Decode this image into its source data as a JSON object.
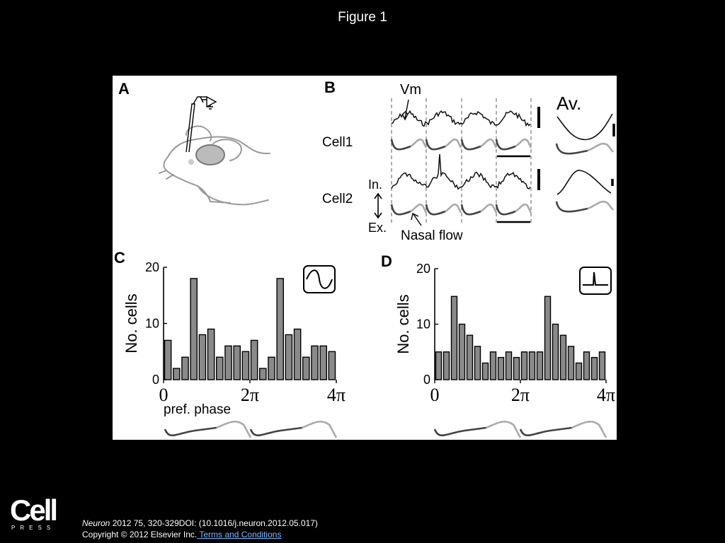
{
  "slide": {
    "title": "Figure 1"
  },
  "panels": {
    "a": {
      "letter": "A"
    },
    "b": {
      "letter": "B",
      "vm_label": "Vm",
      "av_label": "Av.",
      "cell1_label": "Cell1",
      "cell2_label": "Cell2",
      "in_label": "In.",
      "ex_label": "Ex.",
      "nasal_flow_label": "Nasal flow"
    },
    "c": {
      "letter": "C",
      "xlabel": "pref. phase"
    },
    "d": {
      "letter": "D"
    }
  },
  "chart_data": [
    {
      "type": "bar",
      "panel": "C",
      "ylabel": "No. cells",
      "xlabel": "pref. phase",
      "ylim": [
        0,
        20
      ],
      "yticks": [
        "0",
        "10",
        "20"
      ],
      "xticks": [
        "0",
        "2π",
        "4π"
      ],
      "xlim": [
        0,
        12.566
      ],
      "values": [
        7,
        2,
        4,
        18,
        8,
        9,
        4,
        6,
        6,
        5,
        7,
        2,
        4,
        18,
        8,
        9,
        4,
        6,
        6,
        5
      ],
      "bar_color": "#8a8a8a",
      "inset_icon": "sinusoid-icon"
    },
    {
      "type": "bar",
      "panel": "D",
      "ylabel": "No. cells",
      "ylim": [
        0,
        20
      ],
      "yticks": [
        "0",
        "10",
        "20"
      ],
      "xticks": [
        "0",
        "2π",
        "4π"
      ],
      "xlim": [
        0,
        12.566
      ],
      "values": [
        5,
        5,
        15,
        10,
        8,
        6,
        3,
        5,
        4,
        5,
        4,
        5,
        5,
        5,
        15,
        10,
        8,
        6,
        3,
        5,
        4,
        5
      ],
      "bar_color": "#8a8a8a",
      "inset_icon": "spike-icon"
    }
  ],
  "footer": {
    "logo_word": "Cell",
    "logo_press": "PRESS",
    "citation_journal": "Neuron",
    "citation_rest": " 2012 75, 320-329DOI: (10.1016/j.neuron.2012.05.017)",
    "copyright": "Copyright © 2012 Elsevier Inc.",
    "terms_link": " Terms and Conditions"
  }
}
